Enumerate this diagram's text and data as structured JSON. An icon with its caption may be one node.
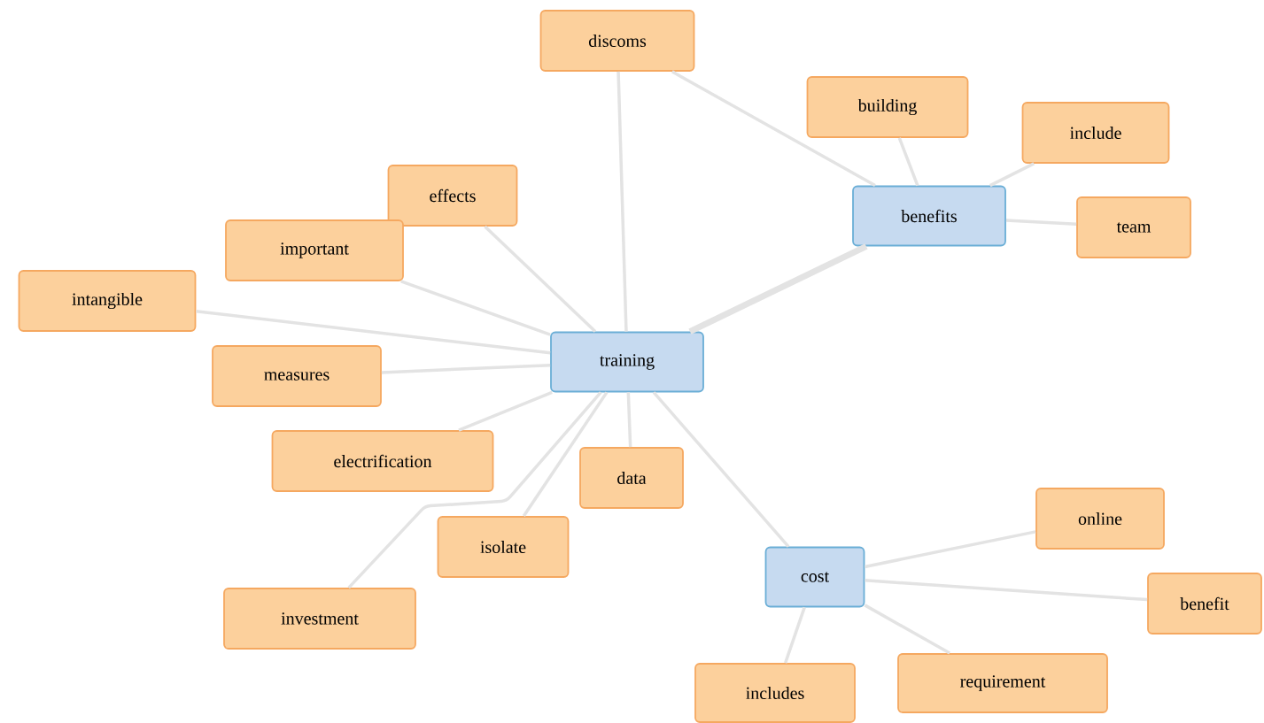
{
  "diagram": {
    "nodes": [
      {
        "text": [
          "training"
        ]
      },
      {
        "text": [
          "benefits"
        ]
      },
      {
        "text": [
          "cost"
        ]
      },
      {
        "text": [
          "discoms"
        ]
      },
      {
        "text": [
          "building"
        ]
      },
      {
        "text": [
          "include"
        ]
      },
      {
        "text": [
          "team"
        ]
      },
      {
        "text": [
          "effects"
        ]
      },
      {
        "text": [
          "important"
        ]
      },
      {
        "text": [
          "intangible"
        ]
      },
      {
        "text": [
          "measures"
        ]
      },
      {
        "text": [
          "electrification"
        ]
      },
      {
        "text": [
          "data"
        ]
      },
      {
        "text": [
          "isolate"
        ]
      },
      {
        "text": [
          "investment"
        ]
      },
      {
        "text": [
          "online"
        ]
      },
      {
        "text": [
          "benefit"
        ]
      },
      {
        "text": [
          "includes"
        ]
      },
      {
        "text": [
          "requirement"
        ]
      }
    ],
    "edges": [
      {
        "from": 0,
        "to": 3,
        "arrow": "none"
      },
      {
        "from": 0,
        "to": 7,
        "arrow": "none"
      },
      {
        "from": 0,
        "to": 8,
        "arrow": "none"
      },
      {
        "from": 0,
        "to": 9,
        "arrow": "none"
      },
      {
        "from": 0,
        "to": 10,
        "arrow": "none"
      },
      {
        "from": 0,
        "to": 11,
        "arrow": "none"
      },
      {
        "from": 0,
        "to": 12,
        "arrow": "none"
      },
      {
        "from": 0,
        "to": 13,
        "arrow": "none"
      },
      {
        "from": 0,
        "to": 14,
        "arrow": "none"
      },
      {
        "from": 0,
        "to": 1,
        "arrow": "none",
        "style": "thick"
      },
      {
        "from": 0,
        "to": 2,
        "arrow": "none"
      },
      {
        "from": 1,
        "to": 3,
        "arrow": "none"
      },
      {
        "from": 1,
        "to": 4,
        "arrow": "none"
      },
      {
        "from": 1,
        "to": 5,
        "arrow": "none"
      },
      {
        "from": 1,
        "to": 6,
        "arrow": "none"
      },
      {
        "from": 2,
        "to": 15,
        "arrow": "none"
      },
      {
        "from": 2,
        "to": 16,
        "arrow": "none"
      },
      {
        "from": 2,
        "to": 18,
        "arrow": "none"
      },
      {
        "from": 2,
        "to": 17,
        "arrow": "none"
      }
    ]
  }
}
